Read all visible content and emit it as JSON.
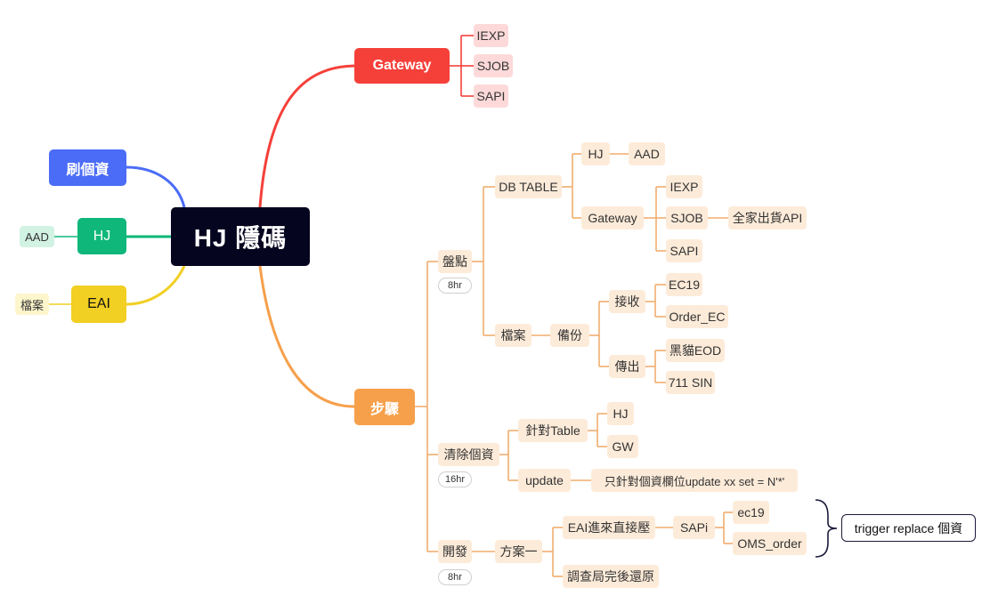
{
  "root": "HJ 隱碼",
  "gateway": {
    "label": "Gateway",
    "items": [
      "IEXP",
      "SJOB",
      "SAPI"
    ]
  },
  "refresh": {
    "label": "刷個資"
  },
  "hj": {
    "label": "HJ",
    "child": "AAD"
  },
  "eai": {
    "label": "EAI",
    "child": "檔案"
  },
  "steps": {
    "label": "步驟",
    "inventory": {
      "label": "盤點",
      "hours": "8hr",
      "db_table": {
        "label": "DB TABLE",
        "hj": {
          "label": "HJ",
          "child": "AAD"
        },
        "gateway": {
          "label": "Gateway",
          "iexp": "IEXP",
          "sjob": {
            "label": "SJOB",
            "child": "全家出貨API"
          },
          "sapi": "SAPI"
        }
      },
      "files": {
        "label": "檔案",
        "backup": {
          "label": "備份",
          "receive": {
            "label": "接收",
            "items": [
              "EC19",
              "Order_EC"
            ]
          },
          "send": {
            "label": "傳出",
            "items": [
              "黑貓EOD",
              "711 SIN"
            ]
          }
        }
      }
    },
    "clear": {
      "label": "清除個資",
      "hours": "16hr",
      "for_table": {
        "label": "針對Table",
        "items": [
          "HJ",
          "GW"
        ]
      },
      "update": {
        "label": "update",
        "child": "只針對個資欄位update xx set = N'*'"
      }
    },
    "develop": {
      "label": "開發",
      "hours": "8hr",
      "plan": {
        "label": "方案一",
        "eai_direct": {
          "label": "EAI進來直接壓",
          "sapi": {
            "label": "SAPi",
            "items": [
              "ec19",
              "OMS_order"
            ]
          }
        },
        "restore": "調查局完後還原"
      },
      "callout": "trigger replace 個資"
    }
  },
  "colors": {
    "root": "#050520",
    "gateway": "#f5403a",
    "refresh": "#4b6cf7",
    "hj": "#0fb77a",
    "eai": "#f1cf23",
    "steps": "#f6a04b",
    "steps_line": "#f0ae6f",
    "red_sub": "#fdd9d9",
    "orange_sub": "#fdebd9"
  }
}
